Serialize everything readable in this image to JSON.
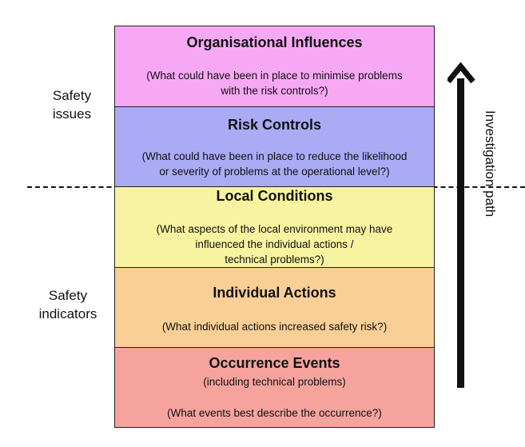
{
  "layers": [
    {
      "title": "Organisational Influences",
      "desc": "(What could have been in place to minimise problems\nwith the risk controls?)",
      "color": "#f7a8f5"
    },
    {
      "title": "Risk Controls",
      "desc": "(What could have been in place to reduce the likelihood\nor severity of problems at the operational level?)",
      "color": "#aaaaf5"
    },
    {
      "title": "Local Conditions",
      "desc": "(What aspects of the local environment may have\ninfluenced the individual actions /\ntechnical problems?)",
      "color": "#f8f3a0"
    },
    {
      "title": "Individual Actions",
      "desc": "(What individual actions increased safety risk?)",
      "color": "#f9cf96"
    },
    {
      "title": "Occurrence Events",
      "sub": "(including technical problems)",
      "desc": "(What events best describe the occurrence?)",
      "color": "#f6a39e"
    }
  ],
  "left_labels": {
    "safety_issues": "Safety\nissues",
    "safety_indicators": "Safety\nindicators"
  },
  "investigation_path": "Investigation path"
}
